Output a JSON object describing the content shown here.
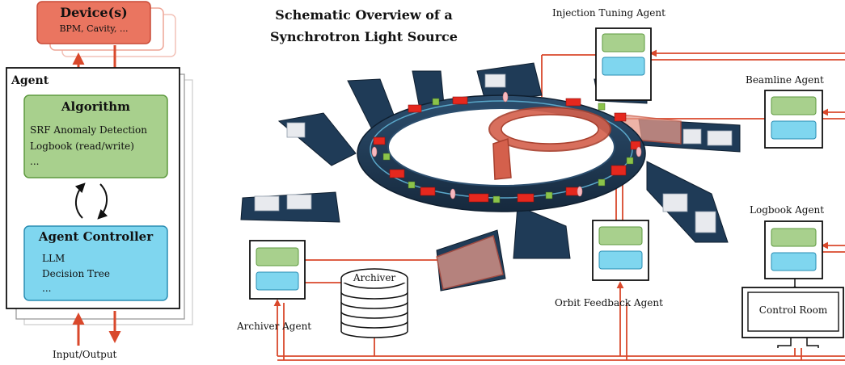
{
  "device": {
    "title": "Device(s)",
    "subtitle": "BPM, Cavity, ..."
  },
  "agent": {
    "title": "Agent",
    "algorithm": {
      "title": "Algorithm",
      "items": [
        "SRF Anomaly Detection",
        "Logbook (read/write)",
        "..."
      ]
    },
    "controller": {
      "title": "Agent Controller",
      "items": [
        "LLM",
        "Decision Tree",
        "..."
      ]
    }
  },
  "io_label": "Input/Output",
  "schematic": {
    "title_line1": "Schematic Overview of a",
    "title_line2": "Synchrotron Light Source"
  },
  "agents": {
    "injection": "Injection Tuning Agent",
    "beamline": "Beamline Agent",
    "logbook": "Logbook Agent",
    "orbit": "Orbit Feedback Agent",
    "archiver_agent": "Archiver Agent"
  },
  "archiver": "Archiver",
  "control_room": "Control Room",
  "colors": {
    "arrow_red": "#d9482b",
    "algorithm_green": "#a8d08d",
    "controller_blue": "#7fd6ef",
    "device_red": "#ea7560",
    "ring_navy": "#1f3b57"
  }
}
